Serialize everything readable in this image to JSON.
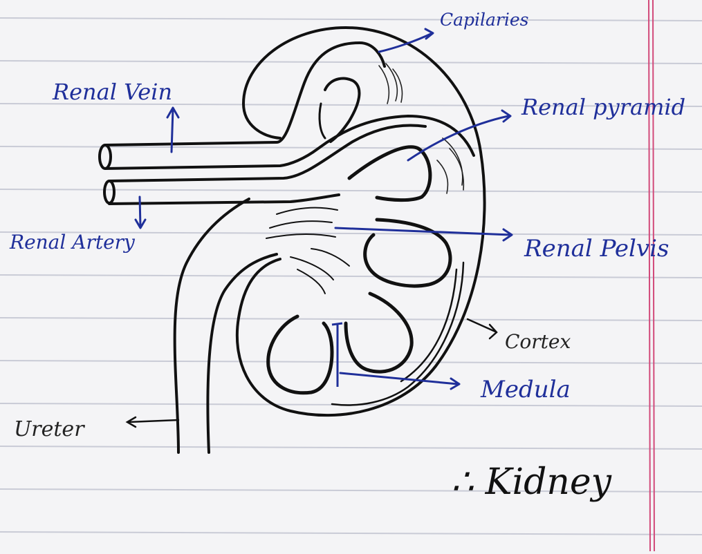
{
  "title": "Kidney",
  "title_prefix": "∴",
  "labels": {
    "capillaries": "Capilaries",
    "renal_vein": "Renal Vein",
    "renal_pyramid": "Renal pyramid",
    "renal_artery": "Renal Artery",
    "renal_pelvis": "Renal Pelvis",
    "cortex": "Cortex",
    "medula": "Medula",
    "ureter": "Ureter"
  },
  "colors": {
    "paper": "#f4f4f6",
    "ruled_line": "#c9cbd6",
    "margin_line": "#d24a7a",
    "ink_black": "#111111",
    "ink_blue": "#1f2f9a"
  }
}
